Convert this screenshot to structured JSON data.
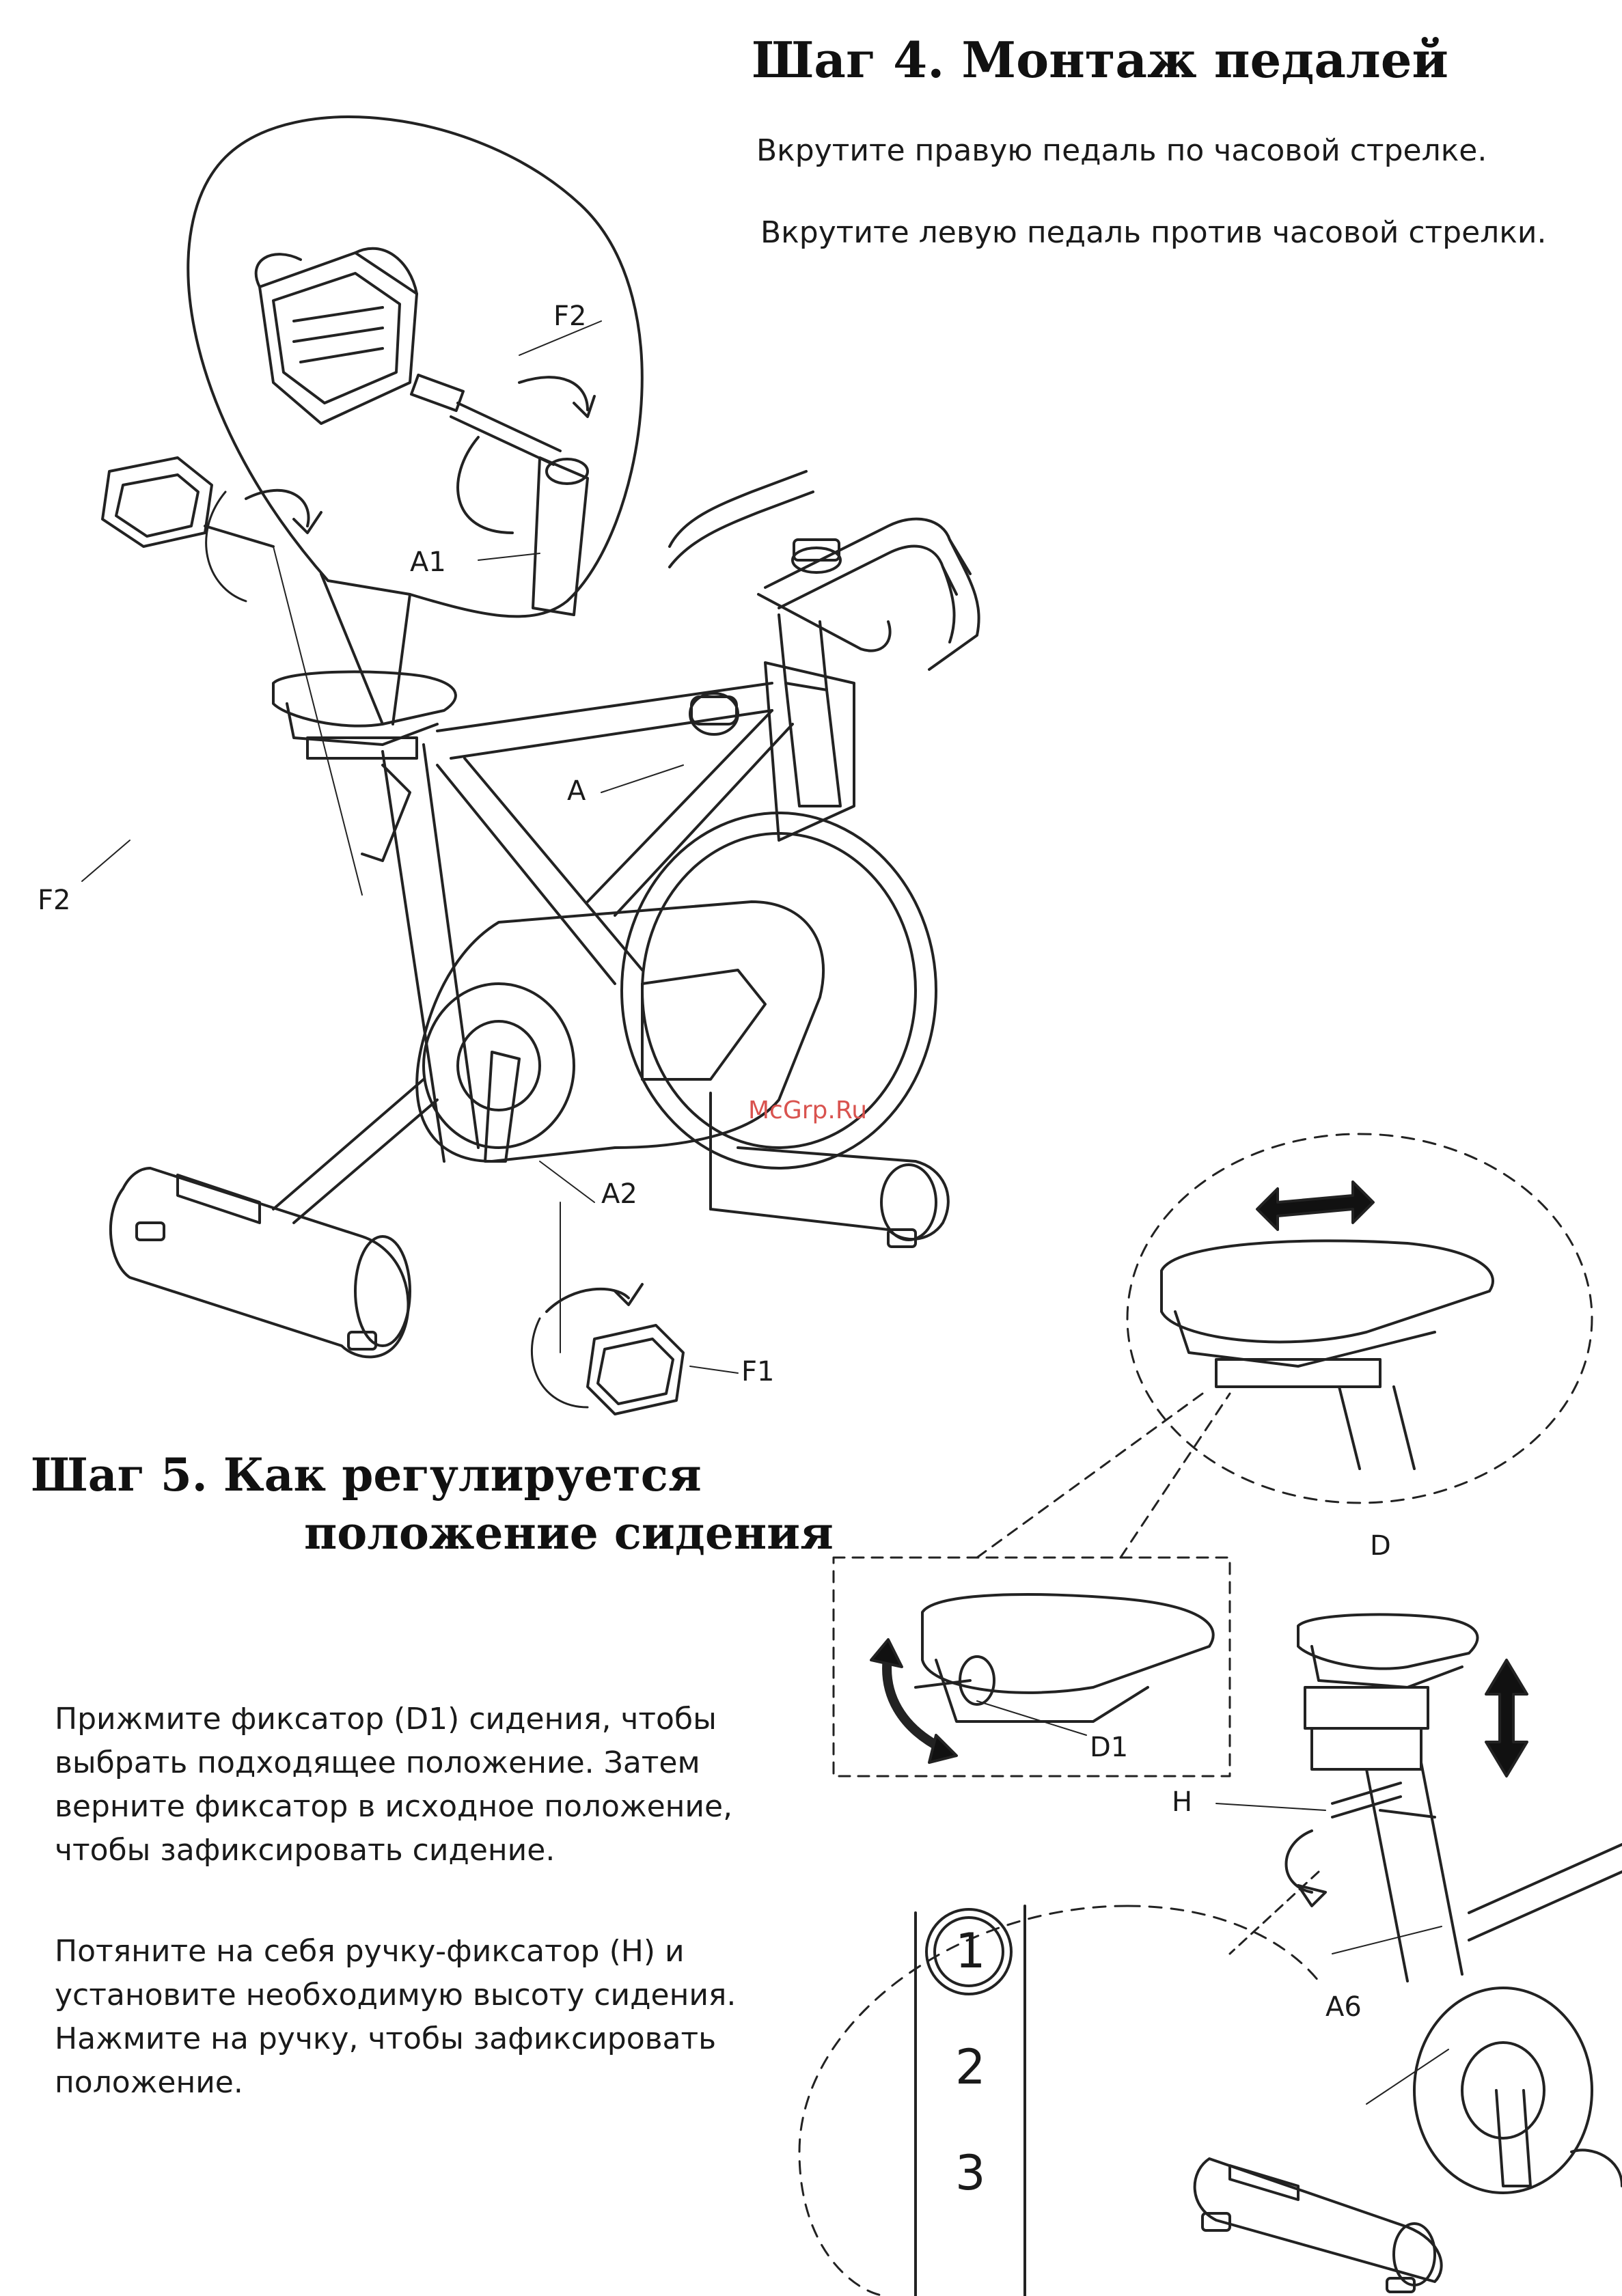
{
  "step4": {
    "title": "Шаг 4. Монтаж педалей",
    "line1": "Вкрутите правую педаль по часовой стрелке.",
    "line2": "Вкрутите левую педаль против часовой стрелки."
  },
  "step5": {
    "title_line1": "Шаг 5. Как регулируется",
    "title_line2": "положение сидения",
    "para1": [
      "Прижмите фиксатор (D1) сидения, чтобы",
      "выбрать подходящее положение. Затем",
      "верните фиксатор в исходное положение,",
      "чтобы зафиксировать сидение."
    ],
    "para2": [
      "Потяните на себя ручку-фиксатор (H) и",
      "установите необходимую высоту сидения.",
      "Нажмите на ручку, чтобы зафиксировать",
      "положение."
    ]
  },
  "labels": {
    "f2_top": "F2",
    "a1": "A1",
    "a": "A",
    "f2_left": "F2",
    "a2": "A2",
    "f1": "F1",
    "d": "D",
    "d1": "D1",
    "h": "H",
    "a6": "A6"
  },
  "heights": [
    "1",
    "2",
    "3"
  ],
  "watermark": "McGrp.Ru",
  "colors": {
    "ink": "#1a1a1a",
    "watermark": "#d9534f"
  }
}
